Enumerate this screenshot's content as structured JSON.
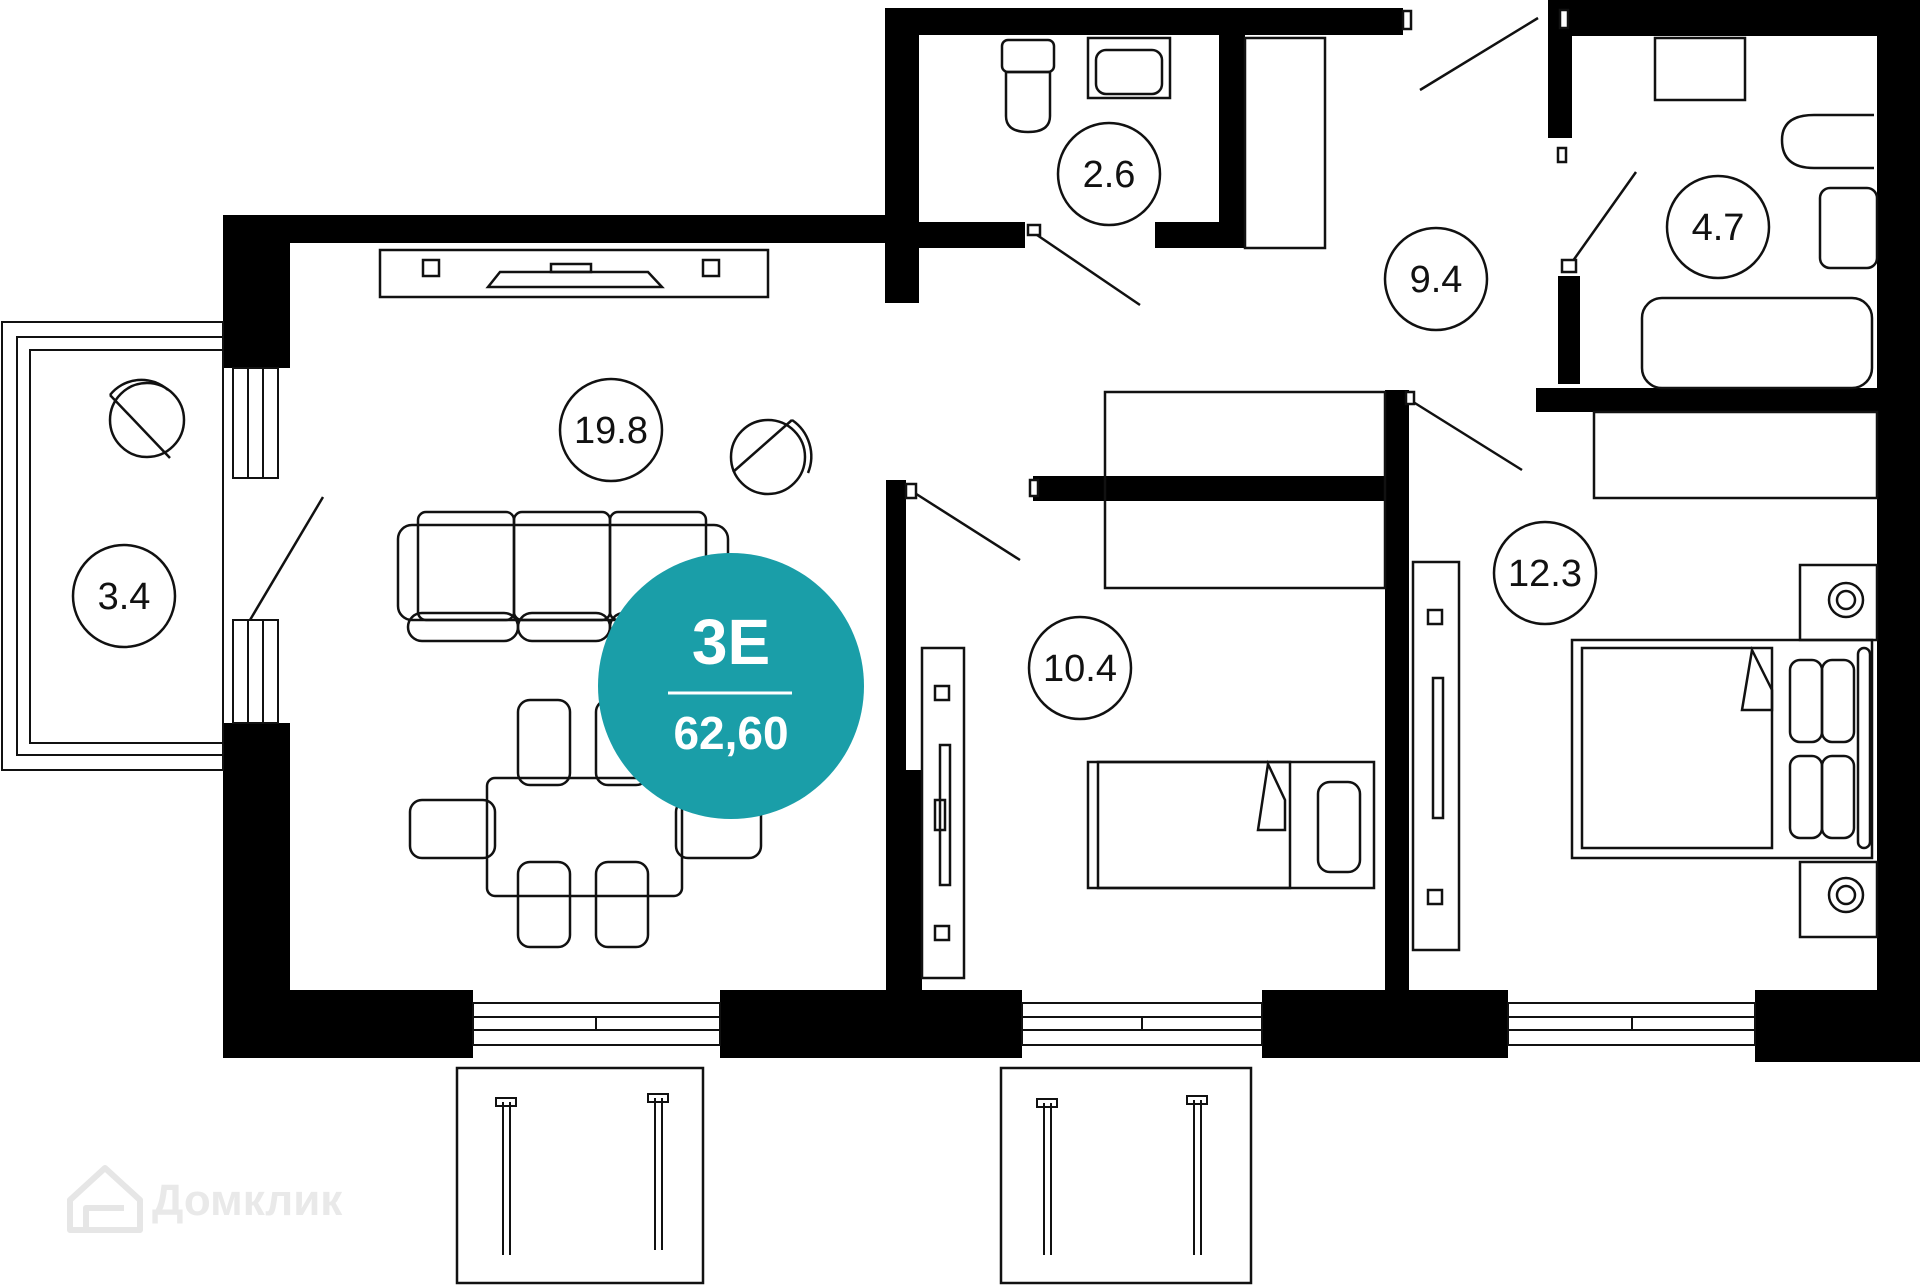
{
  "apartment": {
    "code": "3E",
    "area": "62,60",
    "badge_color": "#1a9ea8"
  },
  "rooms": [
    {
      "id": "balcony",
      "area_label": "3.4"
    },
    {
      "id": "living",
      "area_label": "19.8"
    },
    {
      "id": "wc",
      "area_label": "2.6"
    },
    {
      "id": "hall",
      "area_label": "9.4"
    },
    {
      "id": "bathroom",
      "area_label": "4.7"
    },
    {
      "id": "bedroom-small",
      "area_label": "10.4"
    },
    {
      "id": "bedroom-large",
      "area_label": "12.3"
    }
  ],
  "watermark": {
    "text": "Домклик",
    "icon": "house-icon"
  },
  "colors": {
    "wall": "#000000",
    "line": "#111111",
    "background": "#ffffff"
  }
}
